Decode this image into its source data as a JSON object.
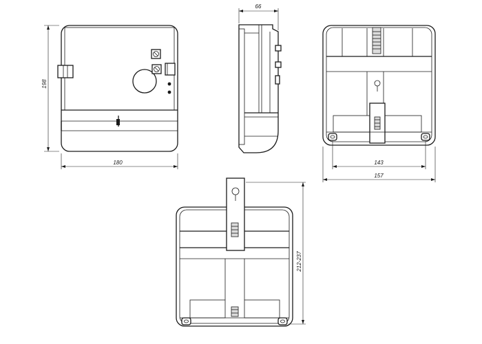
{
  "dimensions": {
    "front_height": "198",
    "front_width": "180",
    "side_depth": "66",
    "back_inner_width": "143",
    "back_outer_width": "157",
    "bracket_height": "212-237"
  }
}
